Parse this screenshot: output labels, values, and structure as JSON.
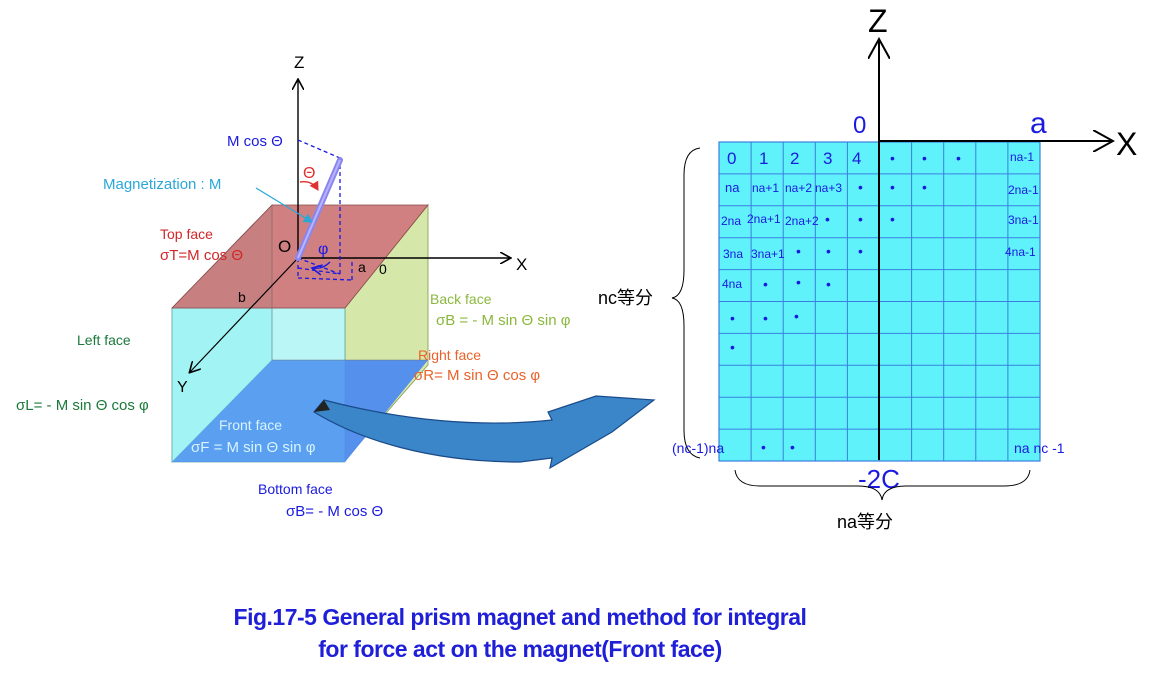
{
  "prism": {
    "axis_z": "Z",
    "axis_x": "X",
    "axis_y": "Y",
    "origin": "O",
    "m_cos": "M cos Θ",
    "theta": "Θ",
    "phi": "φ",
    "magnetization": "Magnetization : M",
    "top_face": "Top face",
    "top_sigma": "σT=M cos Θ",
    "len_a": "a",
    "zero": "0",
    "len_b": "b",
    "back_face": "Back face",
    "back_sigma": "σB = - M sin Θ sin φ",
    "left_face": "Left face",
    "left_sigma": "σL= - M sin Θ  cos φ",
    "right_face": "Right face",
    "right_sigma": "σR= M sin Θ cos φ",
    "front_face": "Front face",
    "front_sigma": "σF = M sin Θ sin φ",
    "bottom_face": "Bottom face",
    "bottom_sigma": "σB= - M cos Θ"
  },
  "grid": {
    "axis_z": "Z",
    "axis_x": "X",
    "origin_zero": "0",
    "a_label": "a",
    "bottom_label": "-2C",
    "nc_label": "nc等分",
    "na_label": "na等分",
    "cells": {
      "r0": [
        "0",
        "1",
        "2",
        "3",
        "4",
        "•",
        "•",
        "•",
        "na-1"
      ],
      "r1": [
        "na",
        "na+1",
        "na+2",
        "na+3",
        "•",
        "•",
        "•",
        "2na-1"
      ],
      "r2": [
        "2na",
        "2na+1",
        "2na+2",
        "•",
        "•",
        "•",
        "3na-1"
      ],
      "r3": [
        "3na",
        "3na+1",
        "•",
        "•",
        "•",
        "4na-1"
      ],
      "r4": [
        "4na",
        "•",
        "•",
        "•"
      ],
      "r5": [
        "•",
        "•",
        "•"
      ],
      "r6": [
        "•"
      ],
      "r9": [
        "(nc-1)na",
        "•",
        "•",
        "na nc -1"
      ]
    }
  },
  "caption": {
    "line1": "Fig.17-5 General prism magnet and method for integral",
    "line2": "for force act on the magnet(Front face)"
  },
  "colors": {
    "grid_fill": "#5ff2fb",
    "grid_line": "#3a7fe0",
    "cell_text": "#1a1ae0",
    "top_face": "#c86a6a",
    "back_face": "#c8e08c",
    "front_face": "#4a8ff0",
    "side_face": "#8ef0f0",
    "arrow": "#3a86c8",
    "caption": "#1f1fd8"
  }
}
